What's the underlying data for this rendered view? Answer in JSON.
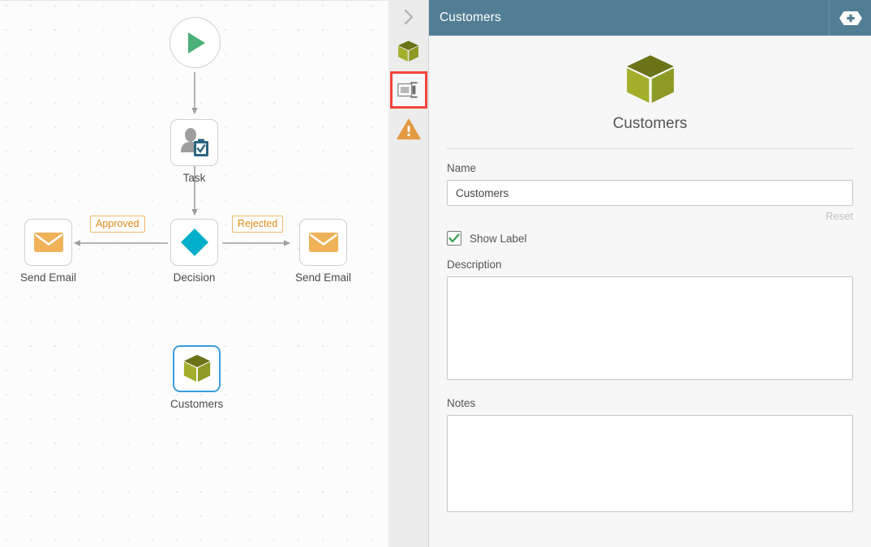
{
  "canvas": {
    "nodes": [
      {
        "id": "start",
        "type": "start-event",
        "label": "",
        "show_label": false
      },
      {
        "id": "task",
        "type": "user-task",
        "label": "Task",
        "show_label": true
      },
      {
        "id": "decision",
        "type": "decision",
        "label": "Decision",
        "show_label": true
      },
      {
        "id": "email_l",
        "type": "send-email",
        "label": "Send Email",
        "show_label": true
      },
      {
        "id": "email_r",
        "type": "send-email",
        "label": "Send Email",
        "show_label": true
      },
      {
        "id": "customers",
        "type": "entity",
        "label": "Customers",
        "show_label": true,
        "selected": true
      }
    ],
    "edge_labels": [
      {
        "id": "approved",
        "text": "Approved"
      },
      {
        "id": "rejected",
        "text": "Rejected"
      }
    ],
    "colors": {
      "start_green": "#4CAF78",
      "decision_cyan": "#00B0CA",
      "email_orange": "#EFB259",
      "entity_olive": "#A3AF2C",
      "edge_label_border": "#F0B868",
      "edge_label_text": "#E08A16",
      "connector_gray": "#9e9e9e",
      "selection_blue": "#3B9EDE"
    }
  },
  "rail": {
    "collapse_icon": "chevron-right-icon",
    "items": [
      {
        "id": "entities",
        "icon": "cube-icon",
        "active": false
      },
      {
        "id": "properties",
        "icon": "properties-panel-icon",
        "active": true
      },
      {
        "id": "problems",
        "icon": "warning-triangle-icon",
        "active": false
      }
    ],
    "active_highlight_color": "#F4443B"
  },
  "panel": {
    "header": {
      "title": "Customers",
      "action_icon": "add-icon",
      "bg_color": "#527E95"
    },
    "hero": {
      "icon": "cube-icon",
      "name": "Customers"
    },
    "fields": {
      "name_label": "Name",
      "name_value": "Customers",
      "name_placeholder": "",
      "reset_label": "Reset",
      "show_label_checkbox": "Show Label",
      "show_label_checked": true,
      "description_label": "Description",
      "description_value": "",
      "description_placeholder": "",
      "notes_label": "Notes",
      "notes_value": "",
      "notes_placeholder": ""
    }
  }
}
